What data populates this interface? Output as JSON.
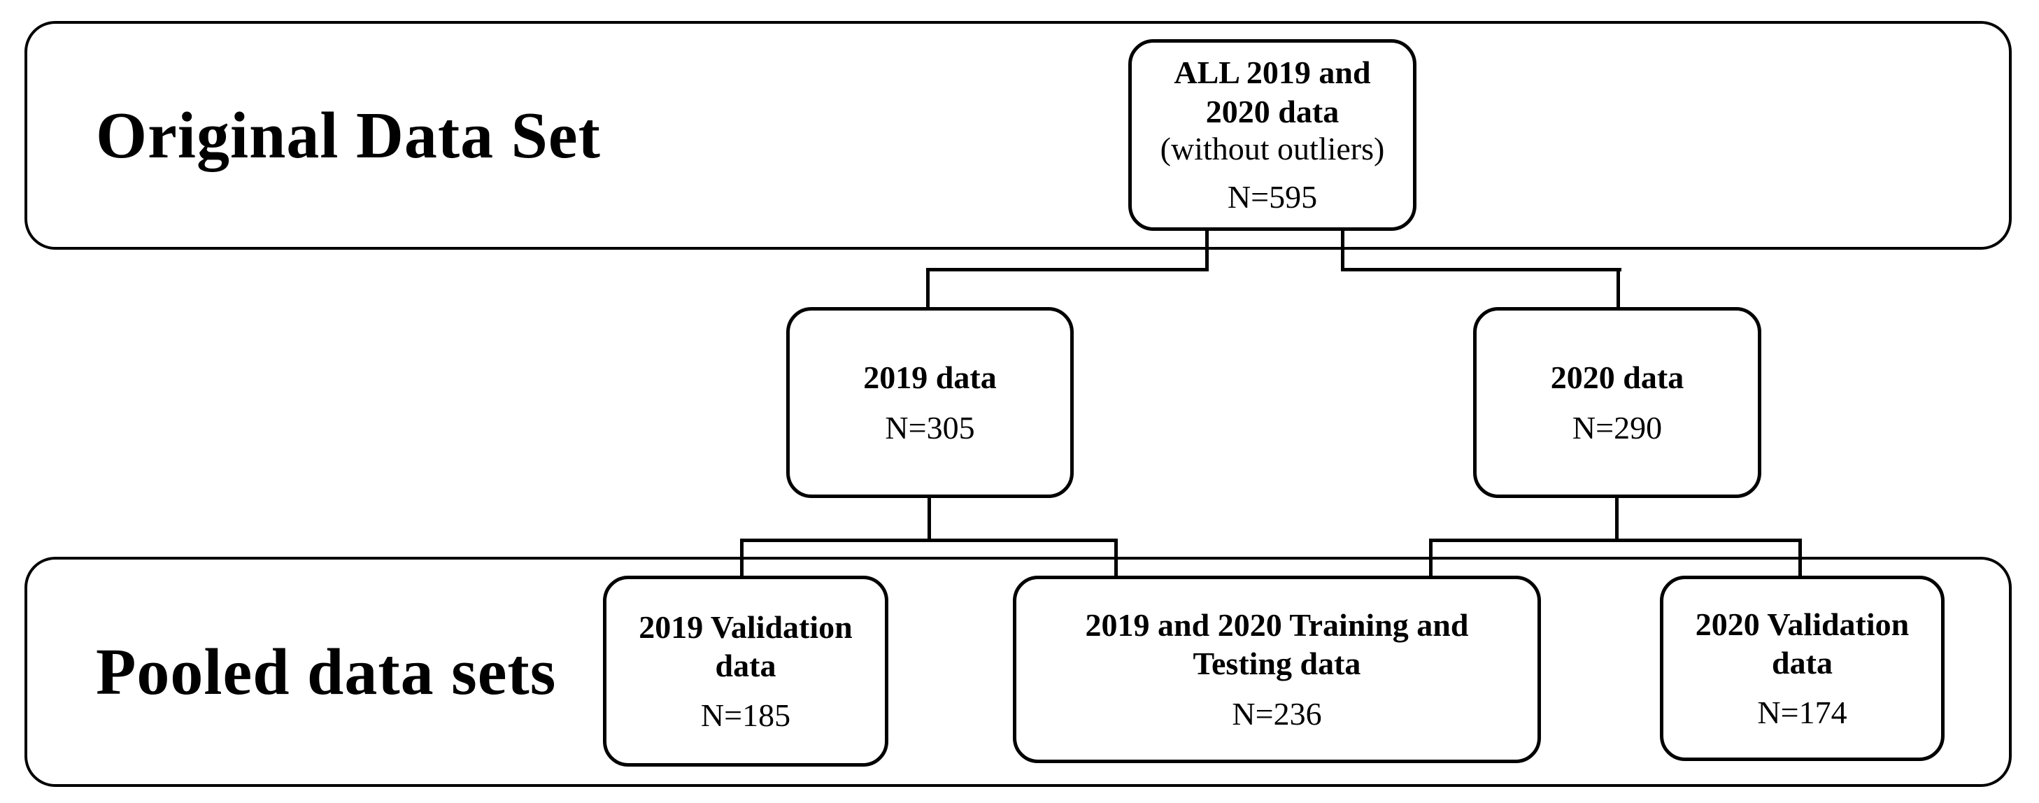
{
  "sections": {
    "original": {
      "label": "Original Data Set"
    },
    "pooled": {
      "label": "Pooled data sets"
    }
  },
  "nodes": {
    "all_data": {
      "title": "ALL 2019 and\n2020 data",
      "note": "(without outliers)",
      "count": "N=595"
    },
    "data_2019": {
      "title": "2019 data",
      "count": "N=305"
    },
    "data_2020": {
      "title": "2020 data",
      "count": "N=290"
    },
    "validation_2019": {
      "title": "2019 Validation\ndata",
      "count": "N=185"
    },
    "training_testing": {
      "title": "2019 and 2020 Training and\nTesting data",
      "count": "N=236"
    },
    "validation_2020": {
      "title": "2020 Validation\ndata",
      "count": "N=174"
    }
  },
  "colors": {
    "ink": "#000000",
    "background": "#ffffff"
  }
}
